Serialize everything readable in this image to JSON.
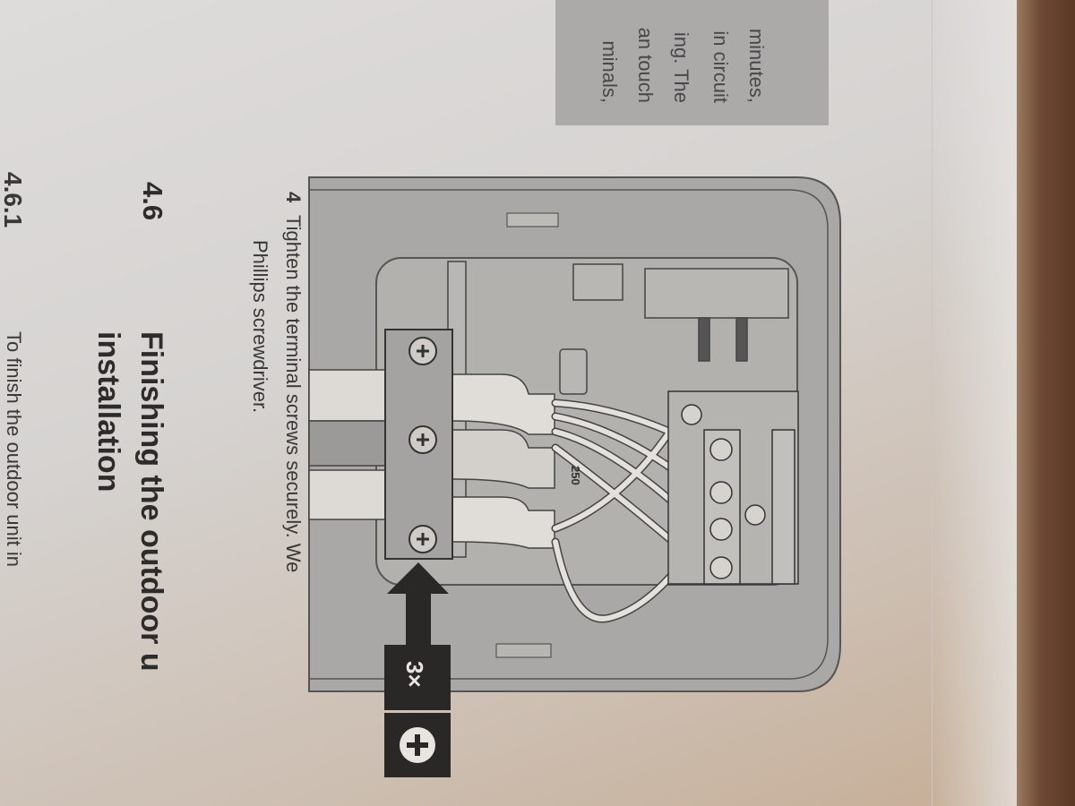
{
  "warning_box": {
    "lines": [
      "minutes,",
      "in circuit",
      "ing. The",
      "an touch",
      "minals,"
    ]
  },
  "step": {
    "number": "4",
    "line1": "Tighten the terminal screws securely. We",
    "line2": "Phillips screwdriver."
  },
  "section": {
    "number": "4.6",
    "title_line1": "Finishing the outdoor u",
    "title_line2": "installation"
  },
  "subsection": {
    "number": "4.6.1",
    "text": "To finish the outdoor unit in"
  },
  "diagram": {
    "count_label": "3×",
    "terminal_label": "250",
    "tool_icon": "phillips-screwdriver-icon"
  }
}
